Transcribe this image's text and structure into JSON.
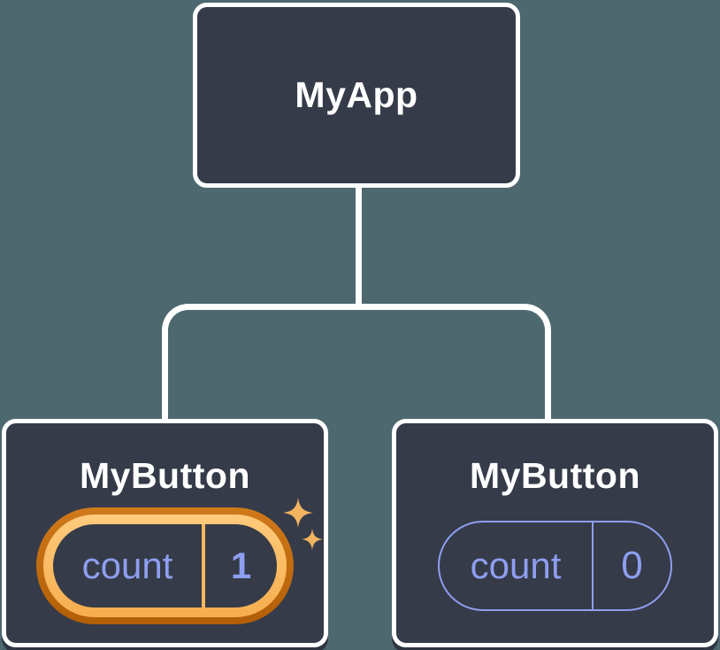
{
  "diagram": {
    "root": {
      "label": "MyApp"
    },
    "children": [
      {
        "label": "MyButton",
        "state_key": "count",
        "state_value": "1",
        "highlighted": true
      },
      {
        "label": "MyButton",
        "state_key": "count",
        "state_value": "0",
        "highlighted": false
      }
    ]
  },
  "colors": {
    "background": "#4d686f",
    "node_fill": "#353b48",
    "node_border": "#ffffff",
    "node_shadow": "#2f3541",
    "connector": "#ffffff",
    "accent": "#8e9ef0",
    "divider_gold": "#f8b75c",
    "highlight_dark_top": "#d0791b",
    "highlight_dark_bottom": "#b25e06",
    "highlight_light_top": "#ffcb7c",
    "highlight_light_bottom": "#f6ad4e",
    "sparkle": "#f3b360"
  }
}
